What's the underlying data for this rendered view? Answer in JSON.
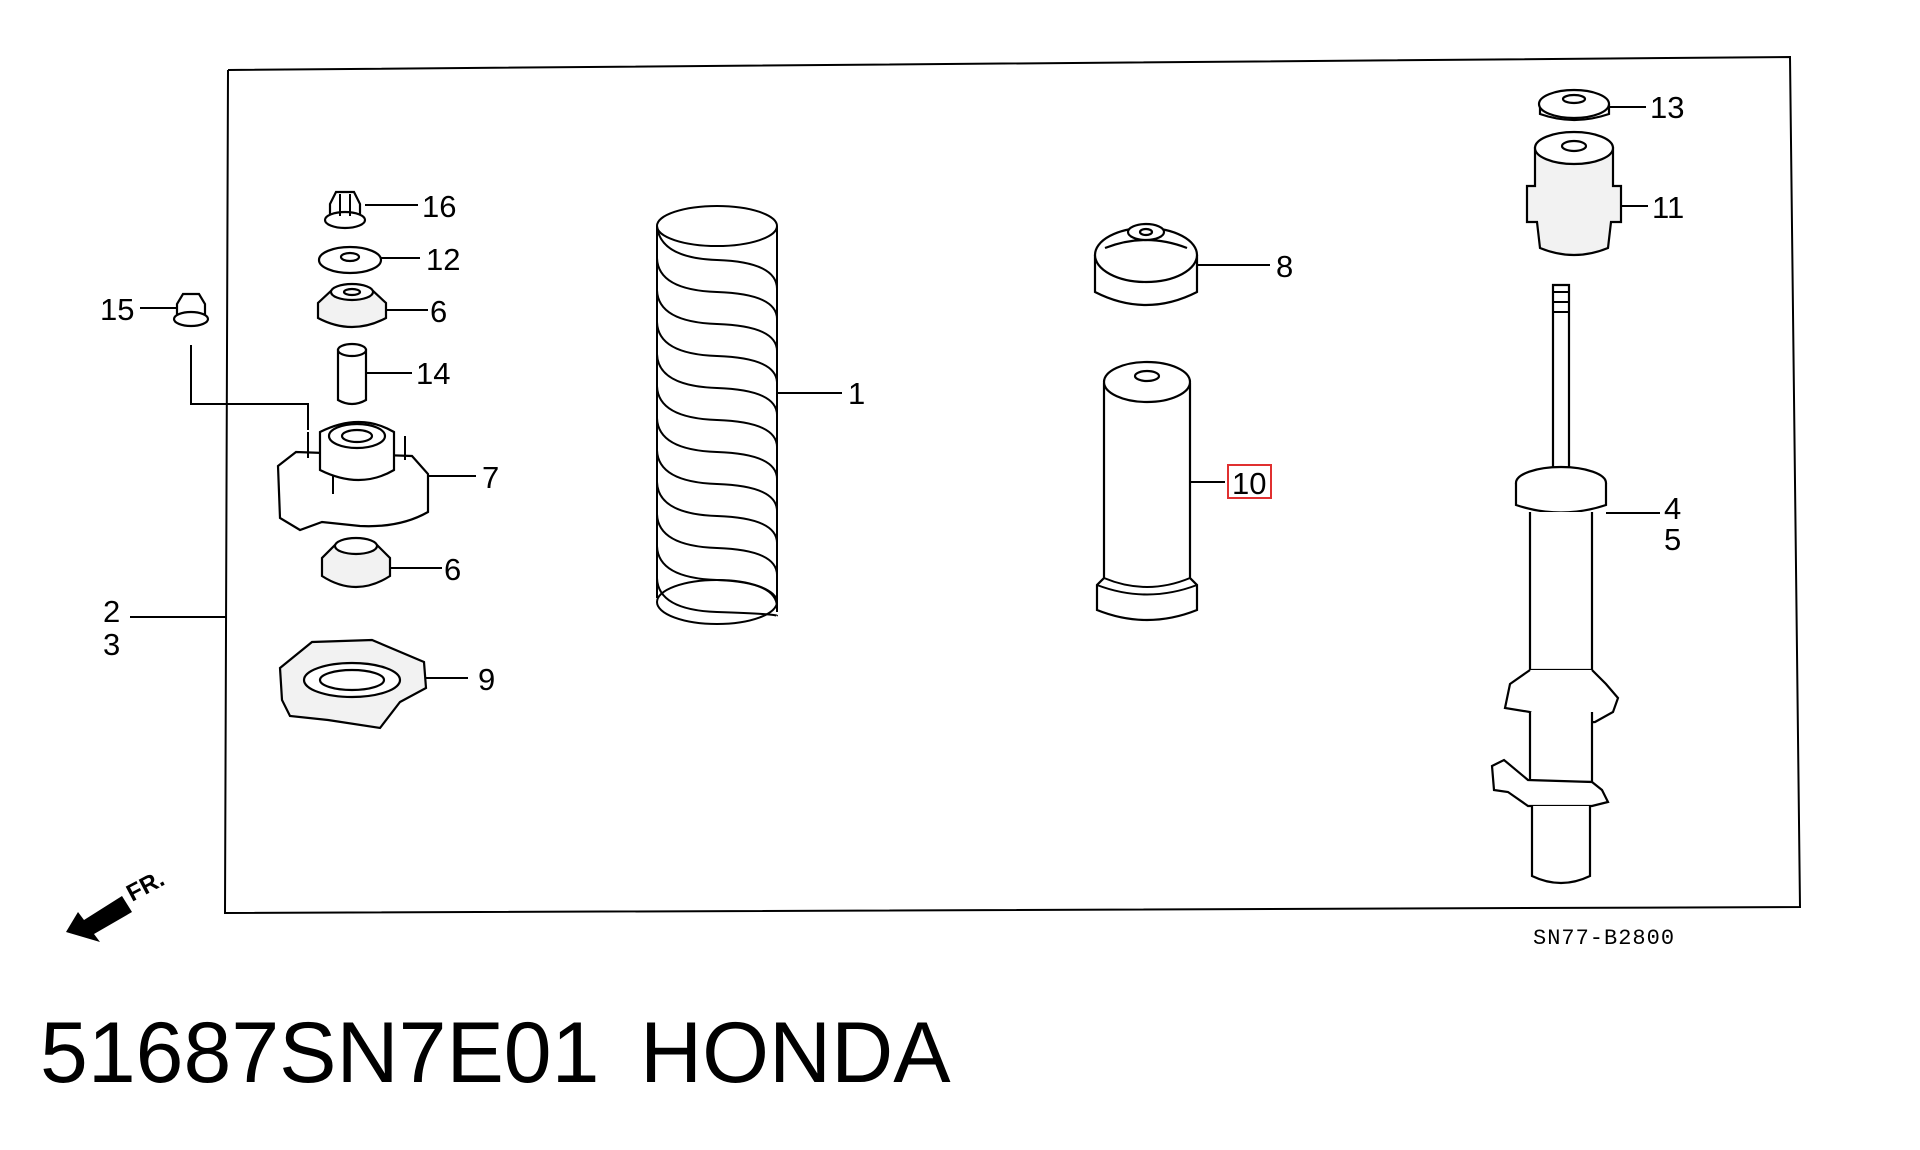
{
  "diagram": {
    "reference_code": "SN77-B2800",
    "direction_label": "FR.",
    "callouts": {
      "c1": "1",
      "c2": "2",
      "c3": "3",
      "c4": "4",
      "c5": "5",
      "c6a": "6",
      "c6b": "6",
      "c7": "7",
      "c8": "8",
      "c9": "9",
      "c10": "10",
      "c11": "11",
      "c12": "12",
      "c13": "13",
      "c14": "14",
      "c15": "15",
      "c16": "16"
    },
    "highlighted_callout": "10"
  },
  "caption": {
    "part_number": "51687SN7E01",
    "brand": "HONDA"
  }
}
